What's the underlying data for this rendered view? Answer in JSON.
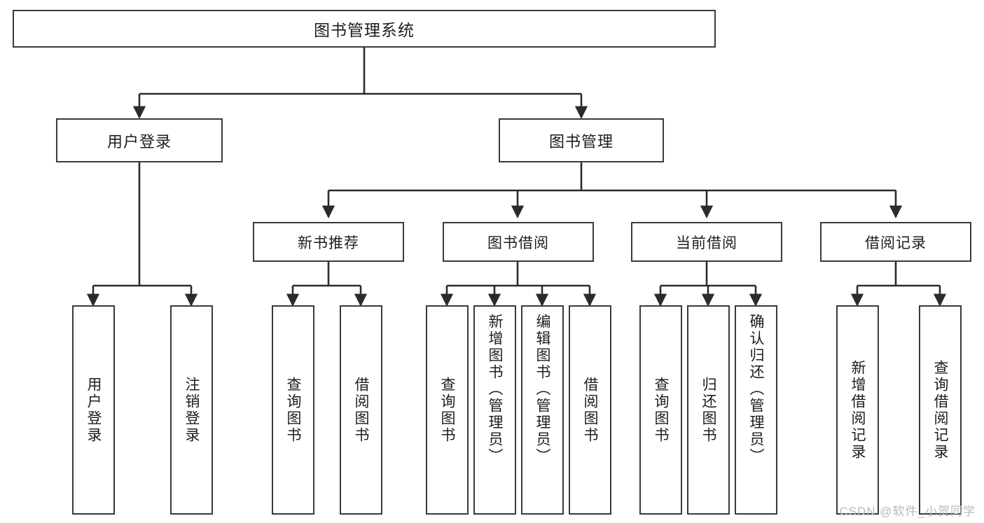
{
  "diagram": {
    "title": "图书管理系统",
    "type": "hierarchy-tree",
    "colors": {
      "box_border": "#3a3a3a",
      "box_fill": "#ffffff",
      "connector": "#2b2b2b",
      "text": "#1d1d1d",
      "watermark": "#b9b9b9",
      "background": "#ffffff"
    },
    "watermark": "CSDN @软件_小贺同学"
  },
  "nodes": {
    "root": {
      "label": "图书管理系统"
    },
    "level2": [
      {
        "label": "用户登录"
      },
      {
        "label": "图书管理"
      }
    ],
    "level3": [
      {
        "label": "新书推荐"
      },
      {
        "label": "图书借阅"
      },
      {
        "label": "当前借阅"
      },
      {
        "label": "借阅记录"
      }
    ],
    "leaves": {
      "user_login": [
        {
          "label": "用户登录"
        },
        {
          "label": "注销登录"
        }
      ],
      "new_book_recommend": [
        {
          "label": "查询图书"
        },
        {
          "label": "借阅图书"
        }
      ],
      "book_borrow": [
        {
          "label": "查询图书"
        },
        {
          "label": "新增图书（管理员）"
        },
        {
          "label": "编辑图书（管理员）"
        },
        {
          "label": "借阅图书"
        }
      ],
      "current_borrow": [
        {
          "label": "查询图书"
        },
        {
          "label": "归还图书"
        },
        {
          "label": "确认归还（管理员）"
        }
      ],
      "borrow_record": [
        {
          "label": "新增借阅记录"
        },
        {
          "label": "查询借阅记录"
        }
      ]
    }
  }
}
